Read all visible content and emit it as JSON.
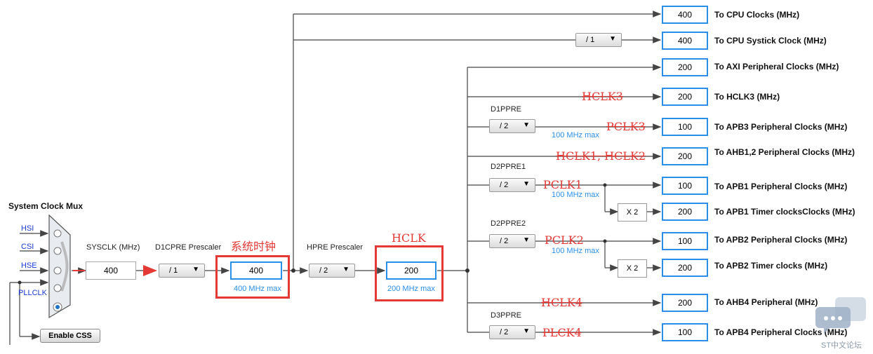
{
  "mux": {
    "title": "System Clock Mux",
    "sources": [
      "HSI",
      "CSI",
      "HSE",
      "PLLCLK"
    ],
    "enable_css": "Enable CSS"
  },
  "sysclk": {
    "label": "SYSCLK (MHz)",
    "value": "400"
  },
  "d1cpre": {
    "label": "D1CPRE Prescaler",
    "value": "/ 1",
    "out": "400",
    "max": "400 MHz max"
  },
  "hpre": {
    "label": "HPRE Prescaler",
    "value": "/ 2",
    "out": "200",
    "max": "200 MHz max"
  },
  "systick_div": "/ 1",
  "d1ppre": {
    "label": "D1PPRE",
    "value": "/ 2",
    "max": "100 MHz max"
  },
  "d2ppre1": {
    "label": "D2PPRE1",
    "value": "/ 2",
    "max": "100 MHz max"
  },
  "d2ppre2": {
    "label": "D2PPRE2",
    "value": "/ 2",
    "max": "100 MHz max"
  },
  "d3ppre": {
    "label": "D3PPRE",
    "value": "/ 2"
  },
  "multiplier": "X 2",
  "outputs": [
    {
      "value": "400",
      "label": "To CPU Clocks (MHz)"
    },
    {
      "value": "400",
      "label": "To CPU Systick Clock (MHz)"
    },
    {
      "value": "200",
      "label": "To AXI Peripheral Clocks (MHz)"
    },
    {
      "value": "200",
      "label": "To HCLK3 (MHz)"
    },
    {
      "value": "100",
      "label": "To APB3 Peripheral Clocks (MHz)"
    },
    {
      "value": "200",
      "label": "To AHB1,2 Peripheral Clocks (MHz)"
    },
    {
      "value": "100",
      "label": "To APB1 Peripheral Clocks (MHz)"
    },
    {
      "value": "200",
      "label": "To APB1 Timer clocksClocks (MHz)"
    },
    {
      "value": "100",
      "label": "To APB2 Peripheral Clocks (MHz)"
    },
    {
      "value": "200",
      "label": "To APB2 Timer clocks (MHz)"
    },
    {
      "value": "200",
      "label": "To AHB4 Peripheral (MHz)"
    },
    {
      "value": "100",
      "label": "To APB4 Peripheral Clocks (MHz)"
    }
  ],
  "annotations": {
    "sys_clock": "系统时钟",
    "hclk": "HCLK",
    "hclk3": "HCLK3",
    "pclk3": "PCLK3",
    "hclk12": "HCLK1, HCLK2",
    "pclk1": "PCLK1",
    "pclk2": "PCLK2",
    "hclk4": "HCLK4",
    "pclk4": "PLCK4"
  },
  "watermark": "ST中文论坛",
  "colors": {
    "accent_blue": "#2a8fe8",
    "annotation_red": "#e53935",
    "wire": "#444444"
  }
}
